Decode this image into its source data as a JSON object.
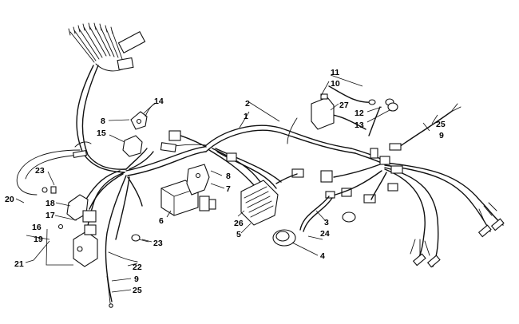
{
  "callouts": [
    {
      "id": "c1",
      "text": "1"
    },
    {
      "id": "c2",
      "text": "2"
    },
    {
      "id": "c3",
      "text": "3"
    },
    {
      "id": "c4",
      "text": "4"
    },
    {
      "id": "c5",
      "text": "5"
    },
    {
      "id": "c6",
      "text": "6"
    },
    {
      "id": "c7",
      "text": "7"
    },
    {
      "id": "c8a",
      "text": "8"
    },
    {
      "id": "c8b",
      "text": "8"
    },
    {
      "id": "c9a",
      "text": "9"
    },
    {
      "id": "c9b",
      "text": "9"
    },
    {
      "id": "c10",
      "text": "10"
    },
    {
      "id": "c11",
      "text": "11"
    },
    {
      "id": "c12",
      "text": "12"
    },
    {
      "id": "c13",
      "text": "13"
    },
    {
      "id": "c14",
      "text": "14"
    },
    {
      "id": "c15",
      "text": "15"
    },
    {
      "id": "c16",
      "text": "16"
    },
    {
      "id": "c17",
      "text": "17"
    },
    {
      "id": "c18",
      "text": "18"
    },
    {
      "id": "c19",
      "text": "19"
    },
    {
      "id": "c20",
      "text": "20"
    },
    {
      "id": "c21",
      "text": "21"
    },
    {
      "id": "c22",
      "text": "22"
    },
    {
      "id": "c23a",
      "text": "23"
    },
    {
      "id": "c23b",
      "text": "23"
    },
    {
      "id": "c24",
      "text": "24"
    },
    {
      "id": "c25a",
      "text": "25"
    },
    {
      "id": "c25b",
      "text": "25"
    },
    {
      "id": "c26",
      "text": "26"
    },
    {
      "id": "c27",
      "text": "27"
    }
  ]
}
